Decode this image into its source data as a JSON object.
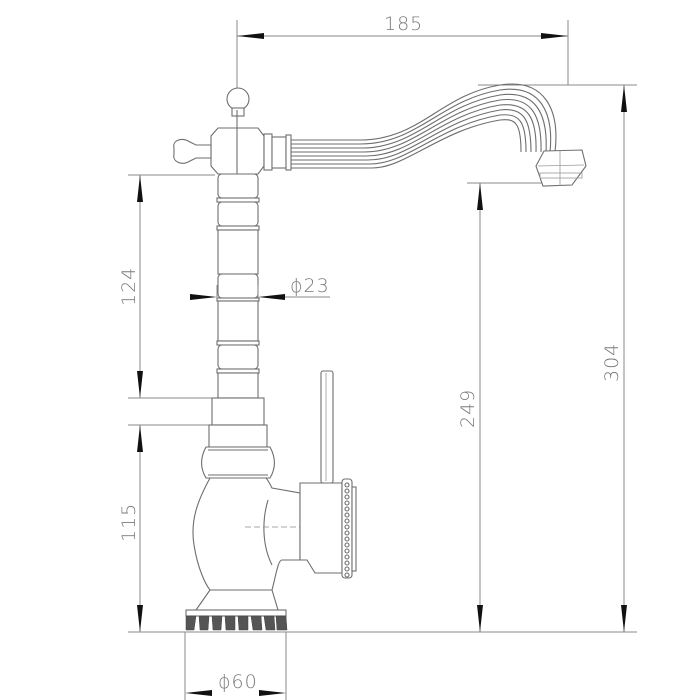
{
  "drawing": {
    "subject": "single-lever kitchen faucet, side elevation",
    "units": "mm",
    "line_color": "#6e6e6e",
    "dimension_color": "#8a8a8a",
    "arrow_color": "#111111",
    "background": "#ffffff"
  },
  "dimensions": {
    "spout_reach": {
      "label": "185",
      "orientation": "horizontal"
    },
    "total_height": {
      "label": "304",
      "orientation": "vertical"
    },
    "spout_outlet_height": {
      "label": "249",
      "orientation": "vertical"
    },
    "column_height": {
      "label": "124",
      "orientation": "vertical"
    },
    "body_height": {
      "label": "115",
      "orientation": "vertical"
    },
    "column_diameter": {
      "label": "ϕ23",
      "orientation": "horizontal"
    },
    "base_diameter": {
      "label": "ϕ60",
      "orientation": "horizontal"
    }
  }
}
